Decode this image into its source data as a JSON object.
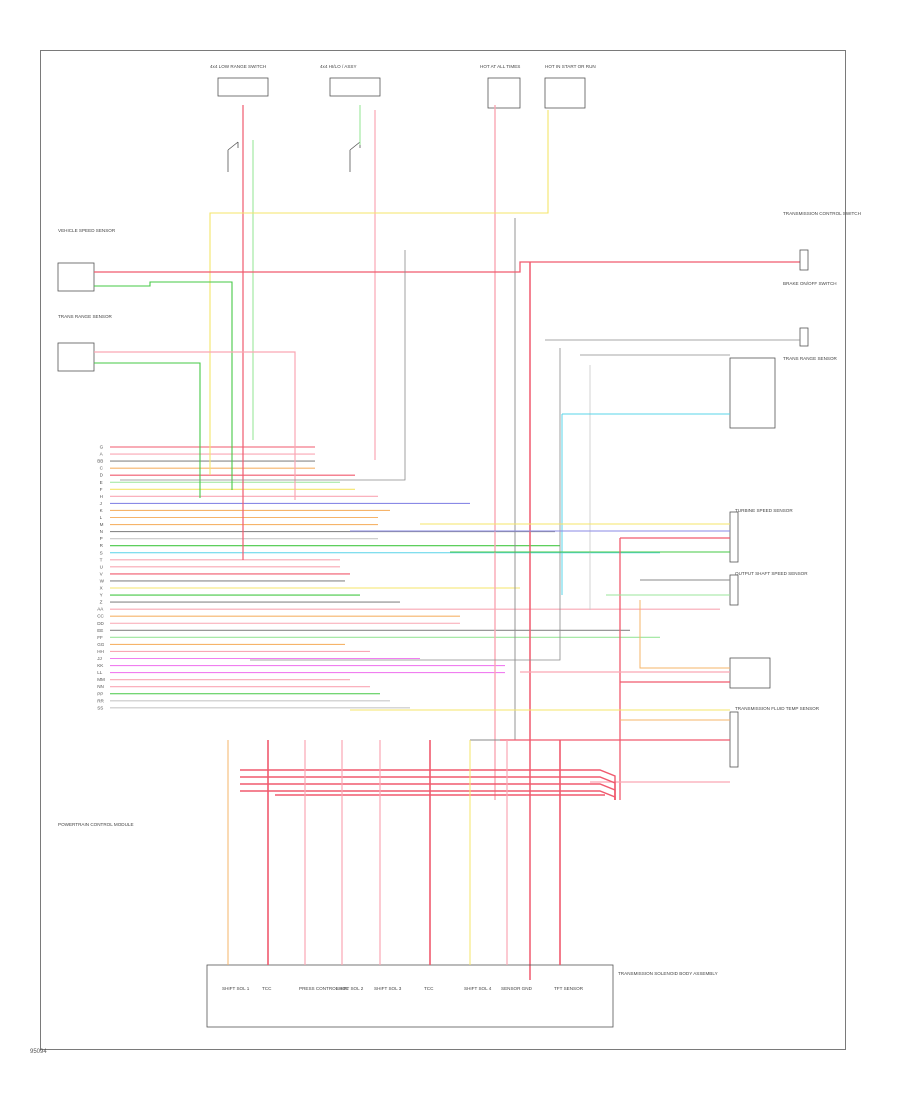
{
  "diagram": {
    "figure_ref": "95094",
    "colors": {
      "red": "#f05a6e",
      "pink": "#f9a7b4",
      "yellow": "#f4e56a",
      "green": "#46c846",
      "ltgreen": "#9be69b",
      "orange": "#f6b46a",
      "blue": "#8a8ae6",
      "cyan": "#59d4e8",
      "gray": "#8a8a8a",
      "magenta": "#f07ef0",
      "ltgray": "#c8c8c8"
    },
    "top_switches": [
      {
        "label": "4x4 LOW RANGE SWITCH"
      },
      {
        "label": "4x4 HI/LO / ASSY"
      },
      {
        "label": "HOT AT ALL TIMES"
      },
      {
        "label": "HOT IN START OR RUN"
      }
    ],
    "left_sensors": [
      {
        "label": "VEHICLE SPEED SENSOR"
      },
      {
        "label": "TRANS RANGE SENSOR"
      }
    ],
    "right_components": [
      {
        "label": "TRANSMISSION CONTROL SWITCH"
      },
      {
        "label": "BRAKE ON/OFF SWITCH"
      },
      {
        "label": "TRANS RANGE SENSOR"
      },
      {
        "label": "TURBINE SPEED SENSOR"
      },
      {
        "label": "OUTPUT SHAFT SPEED SENSOR"
      },
      {
        "label": "TRANSMISSION FLUID TEMP SENSOR"
      }
    ],
    "pcm_label": "POWERTRAIN CONTROL MODULE",
    "bottom_connector_label": "TRANSMISSION SOLENOID BODY ASSEMBLY",
    "bottom_pins": [
      "SHIFT SOL 1",
      "TCC",
      "PRESS CONTROL SOL",
      "SHIFT SOL 2",
      "SHIFT SOL 3",
      "TCC",
      "SHIFT SOL 4",
      "SENSOR GND",
      "TFT SENSOR"
    ],
    "pin_rows": [
      "G",
      "A",
      "BB",
      "C",
      "D",
      "E",
      "F",
      "H",
      "J",
      "K",
      "L",
      "M",
      "N",
      "P",
      "R",
      "S",
      "T",
      "U",
      "V",
      "W",
      "X",
      "Y",
      "Z",
      "AA",
      "CC",
      "DD",
      "EE",
      "FF",
      "GG",
      "HH",
      "JJ",
      "KK",
      "LL",
      "MM",
      "NN",
      "PP",
      "RR",
      "SS"
    ]
  }
}
